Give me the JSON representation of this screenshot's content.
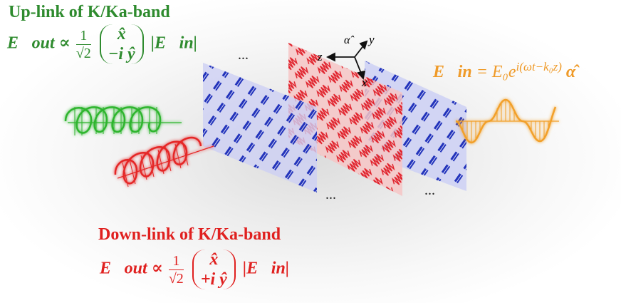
{
  "uplink": {
    "title": "Up-link of K/Ka-band",
    "lhs": "E⃗out ∝",
    "frac_num": "1",
    "frac_den": "√2",
    "vec_top": "x̂",
    "vec_bottom": "−i ŷ",
    "rhs": "|E⃗in|",
    "color": "#2e8b2e"
  },
  "downlink": {
    "title": "Down-link of K/Ka-band",
    "lhs": "E⃗out ∝",
    "frac_num": "1",
    "frac_den": "√2",
    "vec_top": "x̂",
    "vec_bottom": "+i ŷ",
    "rhs": "|E⃗in|",
    "color": "#e0201f"
  },
  "incident": {
    "formula": "E⃗in = E₀e^{i(ωt−k₀z)} α̂",
    "lhs": "E⃗in",
    "eq": "= E₀e",
    "exponent": "i(ωt−k₀z)",
    "alpha": "α̂",
    "color": "#ef9a28"
  },
  "axes": {
    "alpha": "α̂",
    "y": "y",
    "z": "z",
    "x": "x"
  },
  "ellipses": {
    "top": "...",
    "bottom_left": "...",
    "bottom_right": "..."
  },
  "colors": {
    "blue_panel": "#2233bb",
    "red_panel": "#e0202a"
  }
}
